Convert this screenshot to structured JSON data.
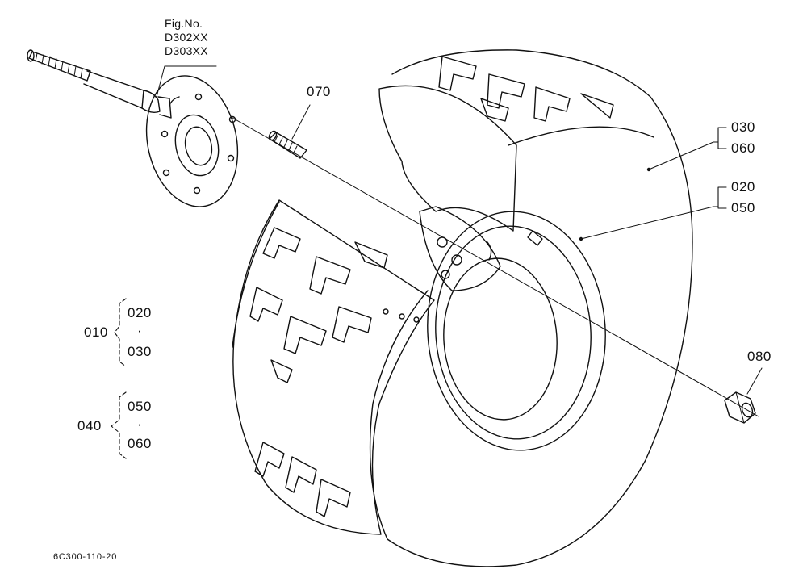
{
  "figure": {
    "heading": "Fig.No.",
    "lines": [
      "D302XX",
      "D303XX"
    ]
  },
  "callouts": {
    "c070": "070",
    "c080": "080",
    "c030": "030",
    "c060": "060",
    "c020": "020",
    "c050": "050"
  },
  "assemblies": [
    {
      "code": "010",
      "top": "020",
      "dot": "·",
      "bottom": "030"
    },
    {
      "code": "040",
      "top": "050",
      "dot": "·",
      "bottom": "060"
    }
  ],
  "drawing_code": "6C300-110-20"
}
